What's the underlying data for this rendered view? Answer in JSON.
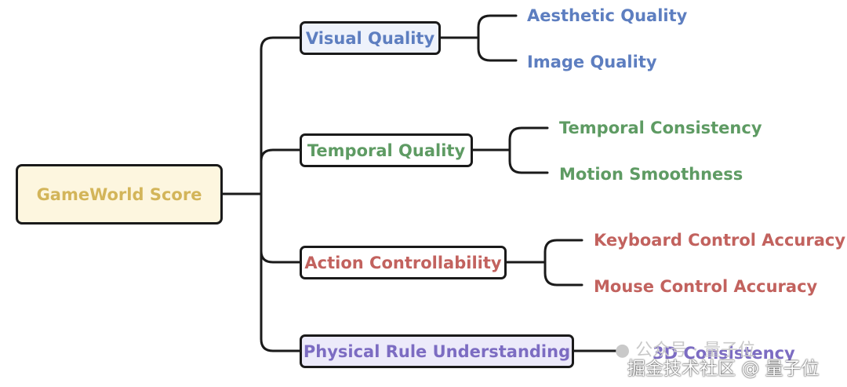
{
  "root": {
    "label": "GameWorld Score"
  },
  "categories": [
    {
      "label": "Visual Quality",
      "color": "#5d7ec0"
    },
    {
      "label": "Temporal Quality",
      "color": "#5e9b63"
    },
    {
      "label": "Action Controllability",
      "color": "#c2625e"
    },
    {
      "label": "Physical Rule Understanding",
      "color": "#7c6cc2"
    }
  ],
  "leaves": {
    "aesthetic_quality": "Aesthetic Quality",
    "image_quality": "Image Quality",
    "temporal_consistency": "Temporal Consistency",
    "motion_smoothness": "Motion Smoothness",
    "keyboard_control_accuracy": "Keyboard Control Accuracy",
    "mouse_control_accuracy": "Mouse Control Accuracy",
    "consistency_3d": "3D Consistency"
  },
  "watermark": {
    "wechat": "公众号 · 量子位",
    "source": "掘金技术社区 @ 量子位"
  }
}
